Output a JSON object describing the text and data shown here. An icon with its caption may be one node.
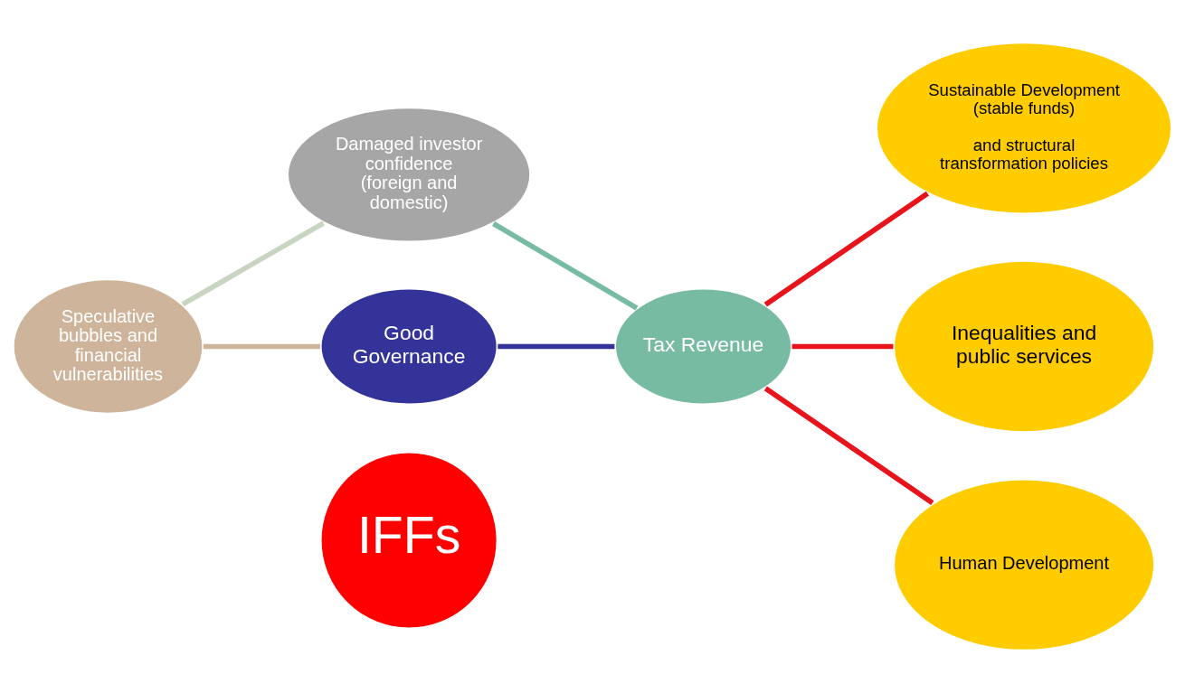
{
  "diagram": {
    "nodes": [
      {
        "text": [
          "IFFs"
        ]
      },
      {
        "text": [
          "Good Governance"
        ]
      },
      {
        "text": [
          "Tax Revenue"
        ]
      },
      {
        "text": [
          "Damaged investor confidence (foreign and domestic)"
        ]
      },
      {
        "text": [
          "Speculative bubbles and financial vulnerabilities"
        ]
      },
      {
        "text": [
          "Sustainable Development (stable funds)",
          "and structural transformation policies"
        ]
      },
      {
        "text": [
          "Inequalities and public services"
        ]
      },
      {
        "text": [
          "Human Development"
        ]
      }
    ],
    "edges": [
      {
        "from": 1,
        "to": 2,
        "arrow": "none",
        "color": "#333399"
      },
      {
        "from": 2,
        "to": 3,
        "arrow": "none",
        "color": "#77bba3"
      },
      {
        "from": 3,
        "to": 4,
        "arrow": "none",
        "color": "#c9d5c3"
      },
      {
        "from": 4,
        "to": 1,
        "arrow": "none",
        "color": "#cdb49a"
      },
      {
        "from": 2,
        "to": 5,
        "arrow": "none",
        "color": "#e8141c"
      },
      {
        "from": 2,
        "to": 6,
        "arrow": "none",
        "color": "#e8141c"
      },
      {
        "from": 2,
        "to": 7,
        "arrow": "none",
        "color": "#e8141c"
      }
    ]
  }
}
